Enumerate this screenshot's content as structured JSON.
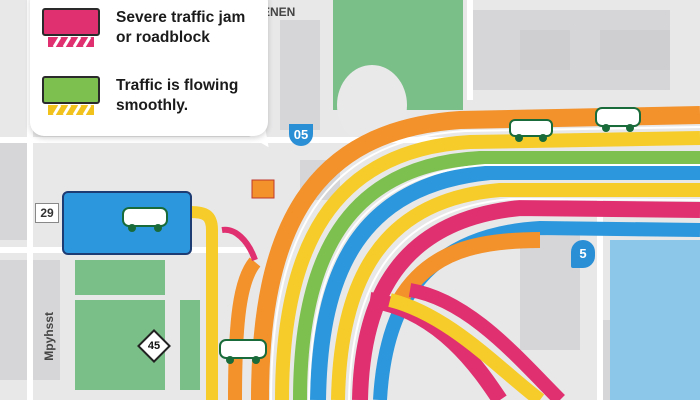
{
  "legend": {
    "items": [
      {
        "label_line1": "Severe traffic jam",
        "label_line2": "or roadblock",
        "color": "#e0306f",
        "stripe_color": "#e0306f"
      },
      {
        "label_line1": "Traffic is flowing",
        "label_line2": "smoothly.",
        "color": "#7ec050",
        "stripe_color": "#f2c21c"
      }
    ]
  },
  "map_labels": {
    "top_street": "ENEN",
    "left_street": "Mpyhsst"
  },
  "route_markers": [
    {
      "id": "marker-05",
      "text": "05",
      "color": "#2b8fd6"
    },
    {
      "id": "marker-29",
      "text": "29",
      "color": "#555555"
    },
    {
      "id": "marker-45",
      "text": "45",
      "color": "#222222"
    },
    {
      "id": "marker-right",
      "text": "5",
      "color": "#2b8fd6"
    }
  ],
  "colors": {
    "jam": "#e0306f",
    "flow": "#7ec050",
    "orange": "#f3912a",
    "yellow": "#f6cc2a",
    "blue": "#2c97dc",
    "green_block": "#7bbf88",
    "water": "#8cc6e8"
  }
}
